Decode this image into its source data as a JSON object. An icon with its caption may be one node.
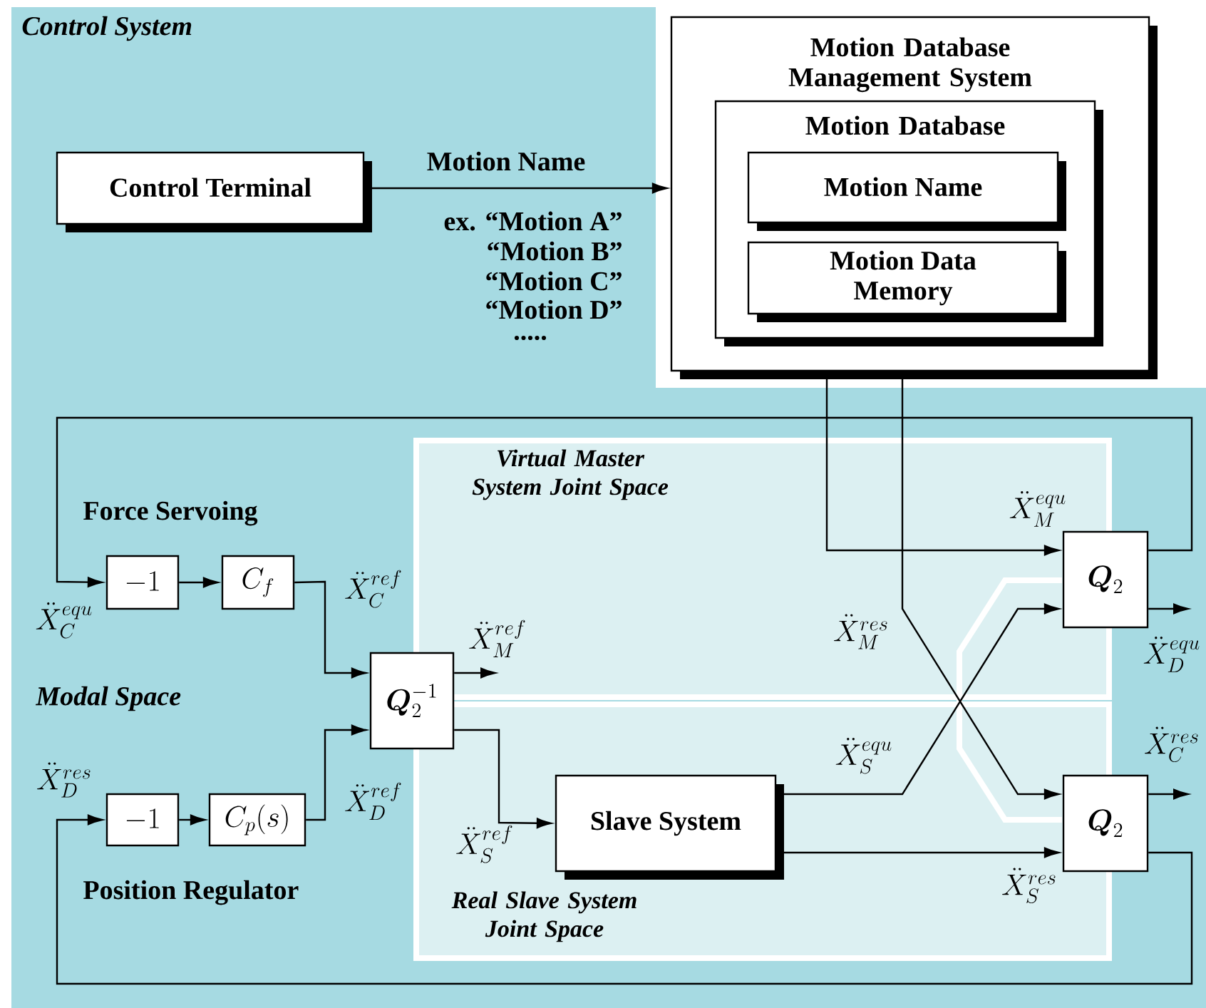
{
  "diagram": {
    "nodes": [
      {
        "text": [
          "Control Terminal"
        ]
      },
      {
        "text": [
          "Motion Database Management System"
        ]
      },
      {
        "text": [
          "Motion Database"
        ],
        "in": 1
      },
      {
        "text": [
          "Motion Name"
        ],
        "in": 2
      },
      {
        "text": [
          "Motion Data Memory"
        ],
        "in": 2
      },
      {
        "text": [
          "-1"
        ]
      },
      {
        "text": [
          "C_f"
        ]
      },
      {
        "text": [
          "-1"
        ]
      },
      {
        "text": [
          "C_p(s)"
        ]
      },
      {
        "text": [
          "\\boldsymbol{Q}_2^{-1}"
        ]
      },
      {
        "text": [
          "Slave System"
        ]
      },
      {
        "text": [
          "\\boldsymbol{Q}_2"
        ]
      },
      {
        "text": [
          "\\boldsymbol{Q}_2"
        ]
      }
    ],
    "edges": [
      {
        "from": 0,
        "to": 1,
        "arrow": "to",
        "label": "Motion Name"
      },
      {
        "from": 1,
        "to": 11,
        "arrow": "to",
        "label": "\\ddot{X}_M^{equ}"
      },
      {
        "from": 1,
        "to": 12,
        "arrow": "to",
        "label": "\\ddot{X}_M^{res}"
      },
      {
        "from": 11,
        "to": 5,
        "arrow": "to",
        "label": "\\ddot{X}_C^{equ}"
      },
      {
        "from": 5,
        "to": 6,
        "arrow": "to"
      },
      {
        "from": 6,
        "to": 9,
        "arrow": "to",
        "label": "\\ddot{X}_C^{ref}"
      },
      {
        "from": 12,
        "to": 7,
        "arrow": "to",
        "label": "\\ddot{X}_D^{res}"
      },
      {
        "from": 7,
        "to": 8,
        "arrow": "to"
      },
      {
        "from": 8,
        "to": 9,
        "arrow": "to",
        "label": "\\ddot{X}_D^{ref}"
      },
      {
        "from": 9,
        "to": null,
        "arrow": "to",
        "label": "\\ddot{X}_M^{ref}"
      },
      {
        "from": 9,
        "to": 10,
        "arrow": "to",
        "label": "\\ddot{X}_S^{ref}"
      },
      {
        "from": 10,
        "to": 11,
        "arrow": "to",
        "label": "\\ddot{X}_S^{equ}"
      },
      {
        "from": 10,
        "to": 12,
        "arrow": "to",
        "label": "\\ddot{X}_S^{res}"
      },
      {
        "from": 11,
        "to": null,
        "arrow": "to",
        "label": "\\ddot{X}_D^{equ}"
      },
      {
        "from": 12,
        "to": null,
        "arrow": "to",
        "label": "\\ddot{X}_C^{res}"
      }
    ],
    "labels": [
      "Control System",
      "ex. “Motion A”",
      "“Motion B”",
      "“Motion C”",
      "“Motion D”",
      ".....",
      "Virtual Master System Joint Space",
      "Force Servoing",
      "Modal Space",
      "Position Regulator",
      "Real Slave System Joint Space"
    ]
  }
}
